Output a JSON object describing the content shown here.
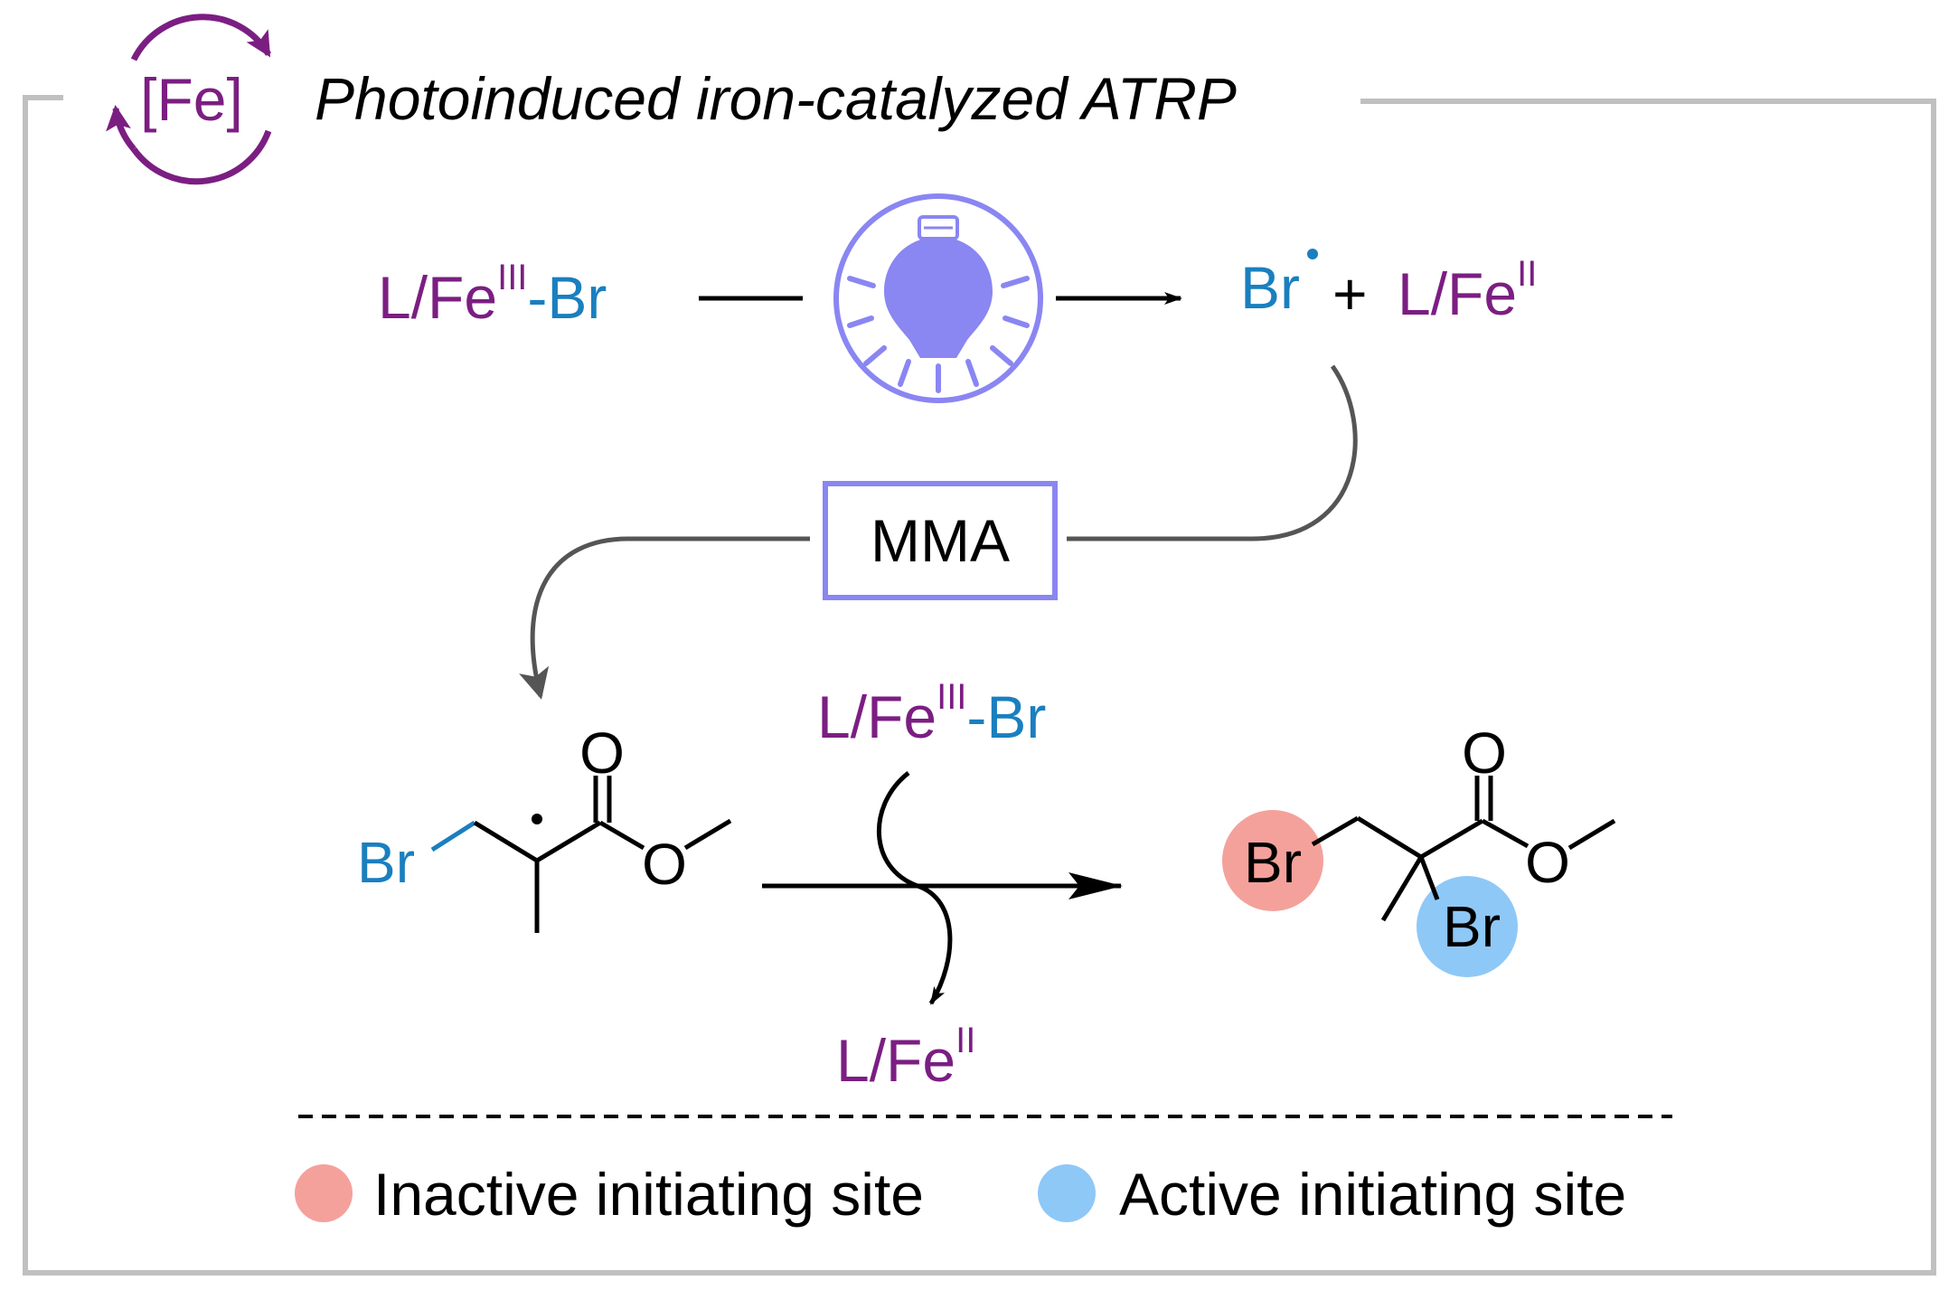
{
  "title": "Photoinduced iron-catalyzed ATRP",
  "badge": "[Fe]",
  "reaction1": {
    "reactant_prefix": "L/Fe",
    "reactant_sup": "III",
    "reactant_suffix": "-Br",
    "product_radical": "Br",
    "plus": "+",
    "product_fe": "L/Fe",
    "product_fe_sup": "II"
  },
  "monomer": "MMA",
  "reaction2": {
    "radical_br": "Br",
    "carbonyl_o": "O",
    "ester_o": "O",
    "reagent_prefix": "L/Fe",
    "reagent_sup": "III",
    "reagent_suffix": "-Br",
    "byproduct": "L/Fe",
    "byproduct_sup": "II",
    "product_br_inactive": "Br",
    "product_br_active": "Br",
    "product_carbonyl_o": "O",
    "product_ester_o": "O"
  },
  "legend": [
    {
      "label": "Inactive initiating site",
      "color": "#f4a19c"
    },
    {
      "label": "Active initiating site",
      "color": "#8ec8f7"
    }
  ],
  "colors": {
    "iron": "#7b1e82",
    "bromine": "#1a7fbf",
    "light": "#8a86f2",
    "frame": "#c0c0c0",
    "arrow_grey": "#555555"
  }
}
